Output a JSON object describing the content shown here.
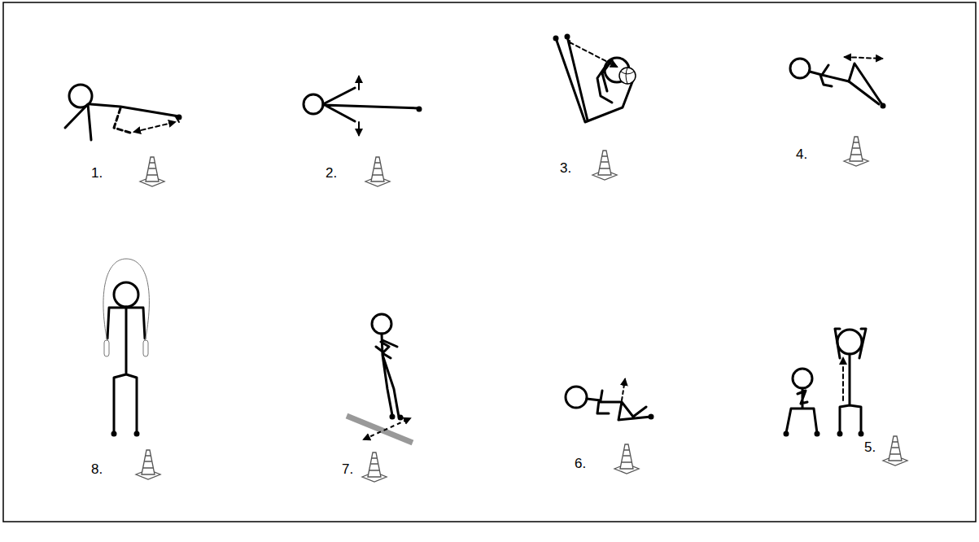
{
  "diagram": {
    "labels": [
      "1.",
      "2.",
      "3.",
      "4.",
      "8.",
      "7.",
      "6.",
      "5."
    ]
  }
}
